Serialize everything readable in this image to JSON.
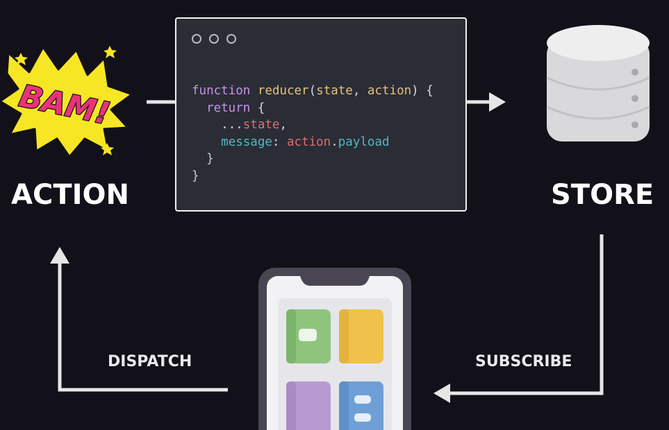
{
  "labels": {
    "action": "ACTION",
    "store": "STORE",
    "dispatch": "DISPATCH",
    "subscribe": "SUBSCRIBE",
    "bam": "BAM!"
  },
  "code": {
    "line1": {
      "kw": "function",
      "name": "reducer",
      "open": "(",
      "p1": "state",
      "comma": ", ",
      "p2": "action",
      "close": ") {"
    },
    "line2": {
      "kw": "return",
      "brace": " {"
    },
    "line3": {
      "spread": "...",
      "var": "state",
      "punct": ","
    },
    "line4": {
      "prop": "message",
      "colon": ": ",
      "obj": "action",
      "dot": ".",
      "field": "payload"
    },
    "line5": "}",
    "line6": "}"
  },
  "icons": {
    "action": "comic-bam-burst-icon",
    "store": "database-cylinder-icon",
    "app": "smartphone-app-icon",
    "window_controls": "window-dots-icon"
  },
  "colors": {
    "background": "#121018",
    "code_bg": "#2a2d35",
    "arrow": "#e6e6e6",
    "bam_yellow": "#f7e624",
    "bam_pink": "#e8337a",
    "tile_green": "#8fc47c",
    "tile_yellow": "#f0c24b",
    "tile_purple": "#b79bd0",
    "tile_blue": "#6e9fd6"
  }
}
